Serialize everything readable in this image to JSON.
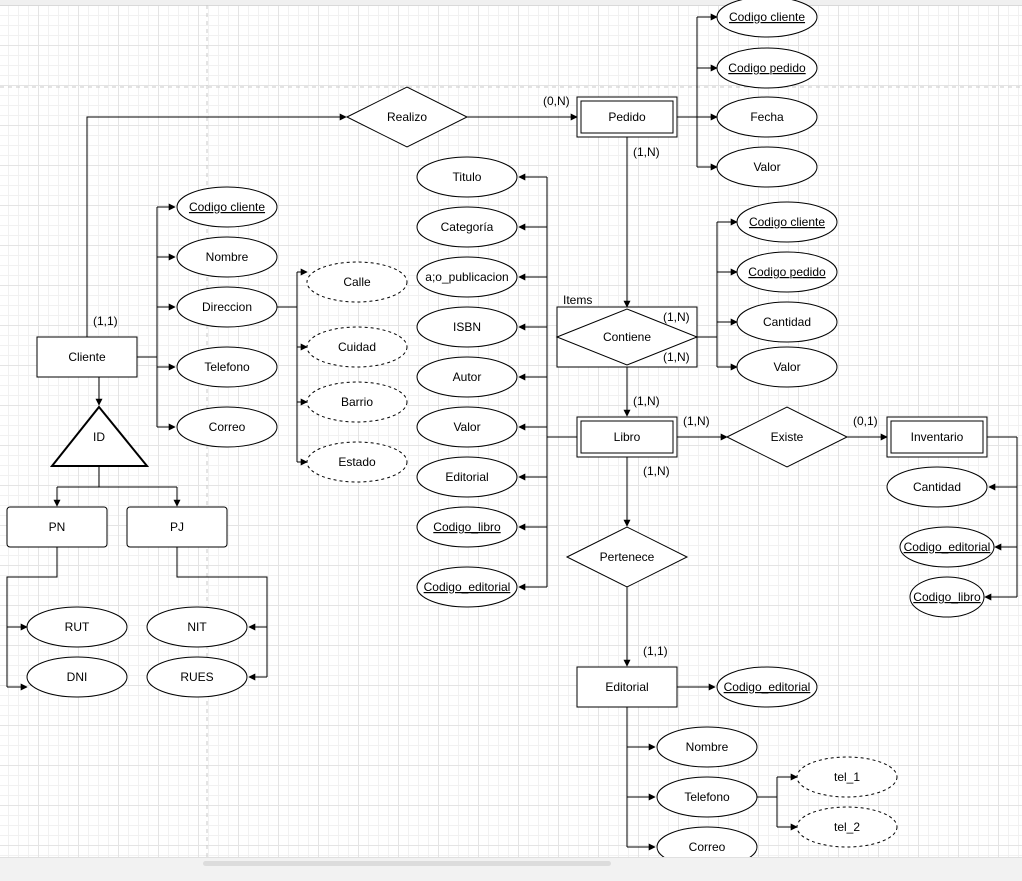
{
  "entities": {
    "cliente": "Cliente",
    "pedido": "Pedido",
    "libro": "Libro",
    "inventario": "Inventario",
    "editorial": "Editorial",
    "pn": "PN",
    "pj": "PJ"
  },
  "relationships": {
    "realizo": "Realizo",
    "contiene": "Contiene",
    "existe": "Existe",
    "pertenece": "Pertenece",
    "id": "ID"
  },
  "labels": {
    "items": "Items"
  },
  "cardinalities": {
    "cliente_realizo": "(1,1)",
    "pedido_realizo": "(0,N)",
    "pedido_contiene": "(1,N)",
    "contiene_top": "(1,N)",
    "contiene_bottom": "(1,N)",
    "libro_contiene": "(1,N)",
    "libro_existe": "(1,N)",
    "inventario_existe": "(0,1)",
    "libro_pertenece": "(1,N)",
    "editorial_pertenece": "(1,1)"
  },
  "attributes": {
    "cliente": [
      "Codigo cliente",
      "Nombre",
      "Direccion",
      "Telefono",
      "Correo"
    ],
    "direccion": [
      "Calle",
      "Cuidad",
      "Barrio",
      "Estado"
    ],
    "pedido": [
      "Codigo cliente",
      "Codigo pedido",
      "Fecha",
      "Valor"
    ],
    "libro": [
      "Titulo",
      "Categoría",
      "a;o_publicacion",
      "ISBN",
      "Autor",
      "Valor",
      "Editorial",
      "Codigo_libro",
      "Codigo_editorial"
    ],
    "contiene": [
      "Codigo cliente",
      "Codigo pedido",
      "Cantidad",
      "Valor"
    ],
    "inventario": [
      "Cantidad",
      "Codigo_editorial",
      "Codigo_libro"
    ],
    "editorial": [
      "Codigo_editorial",
      "Nombre",
      "Telefono",
      "Correo"
    ],
    "telefono": [
      "tel_1",
      "tel_2"
    ],
    "pn": [
      "RUT",
      "DNI"
    ],
    "pj": [
      "NIT",
      "RUES"
    ]
  }
}
